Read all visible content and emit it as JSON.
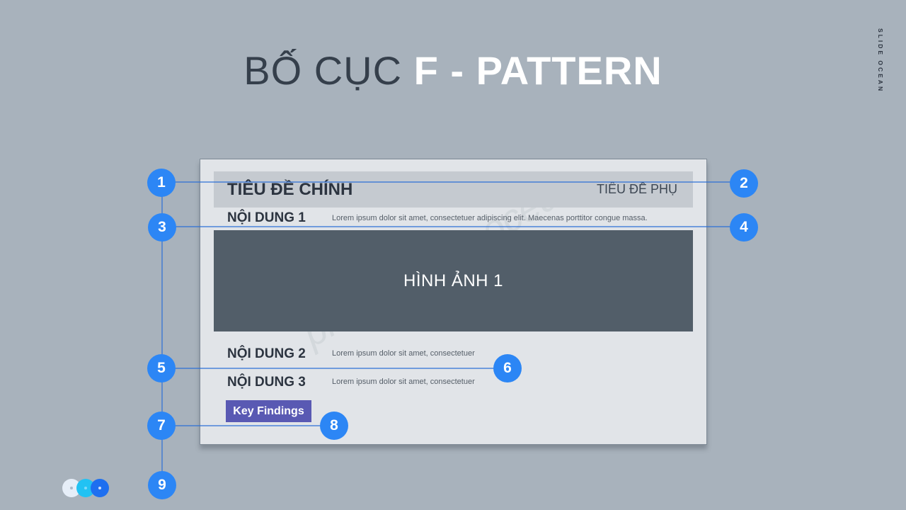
{
  "slide": {
    "title_light": "BỐ CỤC",
    "title_bold": "F - PATTERN",
    "brand": "SLIDE OCEAN"
  },
  "card": {
    "main_title": "TIÊU ĐỀ CHÍNH",
    "sub_title": "TIÊU ĐỀ PHỤ",
    "rows": [
      {
        "label": "NỘI DUNG 1",
        "text": "Lorem ipsum dolor sit amet, consectetuer adipiscing elit. Maecenas porttitor congue massa."
      },
      {
        "label": "NỘI DUNG 2",
        "text": "Lorem ipsum dolor sit amet, consectetuer"
      },
      {
        "label": "NỘI DUNG 3",
        "text": "Lorem ipsum dolor sit amet, consectetuer"
      }
    ],
    "image_label": "HÌNH ẢNH 1",
    "button_label": "Key Findings",
    "watermark": "presentslideocean"
  },
  "badges": [
    "1",
    "2",
    "3",
    "4",
    "5",
    "6",
    "7",
    "8",
    "9"
  ],
  "colors": {
    "background": "#a8b2bc",
    "badge": "#2c86f5",
    "guide_line": "#2c6fd6",
    "image_box": "#525e69",
    "button": "#5959b3"
  },
  "footer_dots": [
    {
      "fill": "#e6eef8",
      "center": "#a9b8cc",
      "name": "dot-light"
    },
    {
      "fill": "#22c2f3",
      "center": "#7fd9f7",
      "name": "dot-cyan"
    },
    {
      "fill": "#1e6ff0",
      "center": "#cfe0fb",
      "name": "dot-blue"
    }
  ]
}
